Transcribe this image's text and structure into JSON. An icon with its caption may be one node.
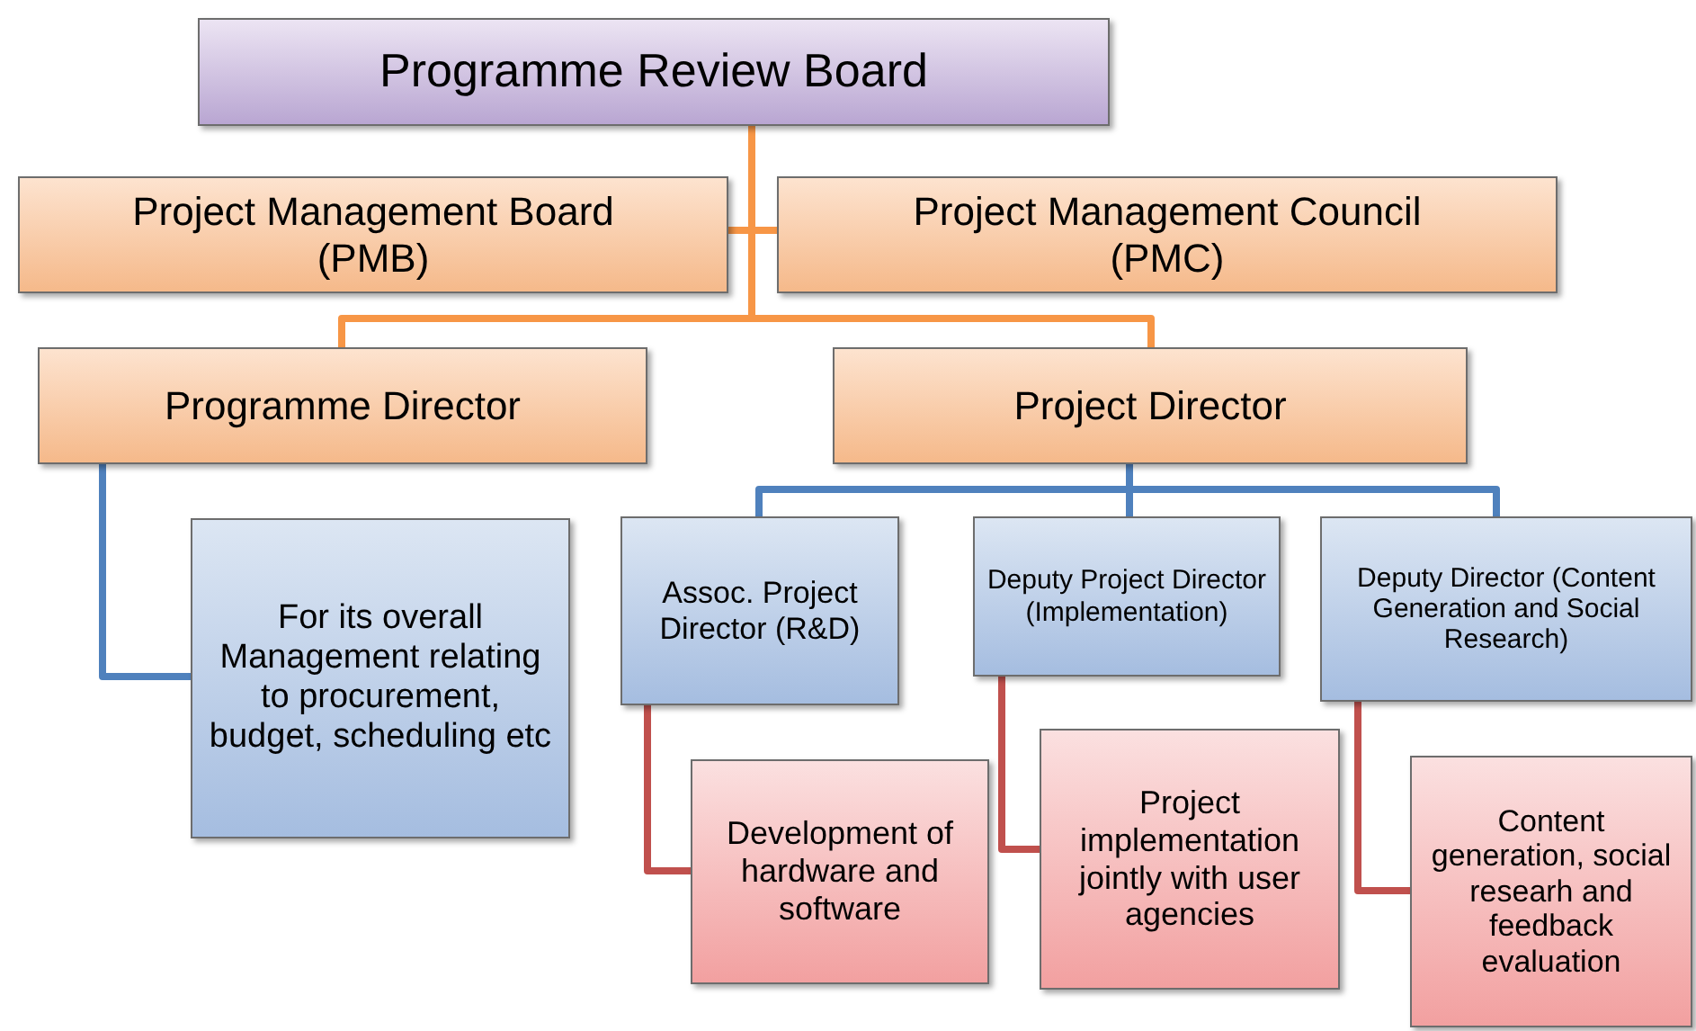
{
  "diagram": {
    "nodes": [
      {
        "text": [
          "Programme Review Board"
        ]
      },
      {
        "text": [
          "Project Management Board (PMB)"
        ]
      },
      {
        "text": [
          "Project Management Council (PMC)"
        ]
      },
      {
        "text": [
          "Programme Director"
        ]
      },
      {
        "text": [
          "Project Director"
        ]
      },
      {
        "text": [
          "For its overall Management relating to procurement, budget, scheduling etc"
        ]
      },
      {
        "text": [
          "Assoc. Project Director (R&D)"
        ]
      },
      {
        "text": [
          "Deputy Project Director (Implementation)"
        ]
      },
      {
        "text": [
          "Deputy Director (Content Generation and Social Research)"
        ]
      },
      {
        "text": [
          "Development of hardware and software"
        ]
      },
      {
        "text": [
          "Project implementation jointly with user agencies"
        ]
      },
      {
        "text": [
          "Content generation, social researh and feedback evaluation"
        ]
      }
    ],
    "edges": [
      {
        "from": 0,
        "to": 1,
        "arrow": "none"
      },
      {
        "from": 0,
        "to": 2,
        "arrow": "none"
      },
      {
        "from": 0,
        "to": 3,
        "arrow": "none"
      },
      {
        "from": 0,
        "to": 4,
        "arrow": "none"
      },
      {
        "from": 3,
        "to": 5,
        "arrow": "none",
        "color": "#4f81bd"
      },
      {
        "from": 4,
        "to": 6,
        "arrow": "none",
        "color": "#4f81bd"
      },
      {
        "from": 4,
        "to": 7,
        "arrow": "none",
        "color": "#4f81bd"
      },
      {
        "from": 4,
        "to": 8,
        "arrow": "none",
        "color": "#4f81bd"
      },
      {
        "from": 6,
        "to": 9,
        "arrow": "none",
        "color": "#c0504d"
      },
      {
        "from": 7,
        "to": 10,
        "arrow": "none",
        "color": "#c0504d"
      },
      {
        "from": 8,
        "to": 11,
        "arrow": "none",
        "color": "#c0504d"
      }
    ]
  }
}
